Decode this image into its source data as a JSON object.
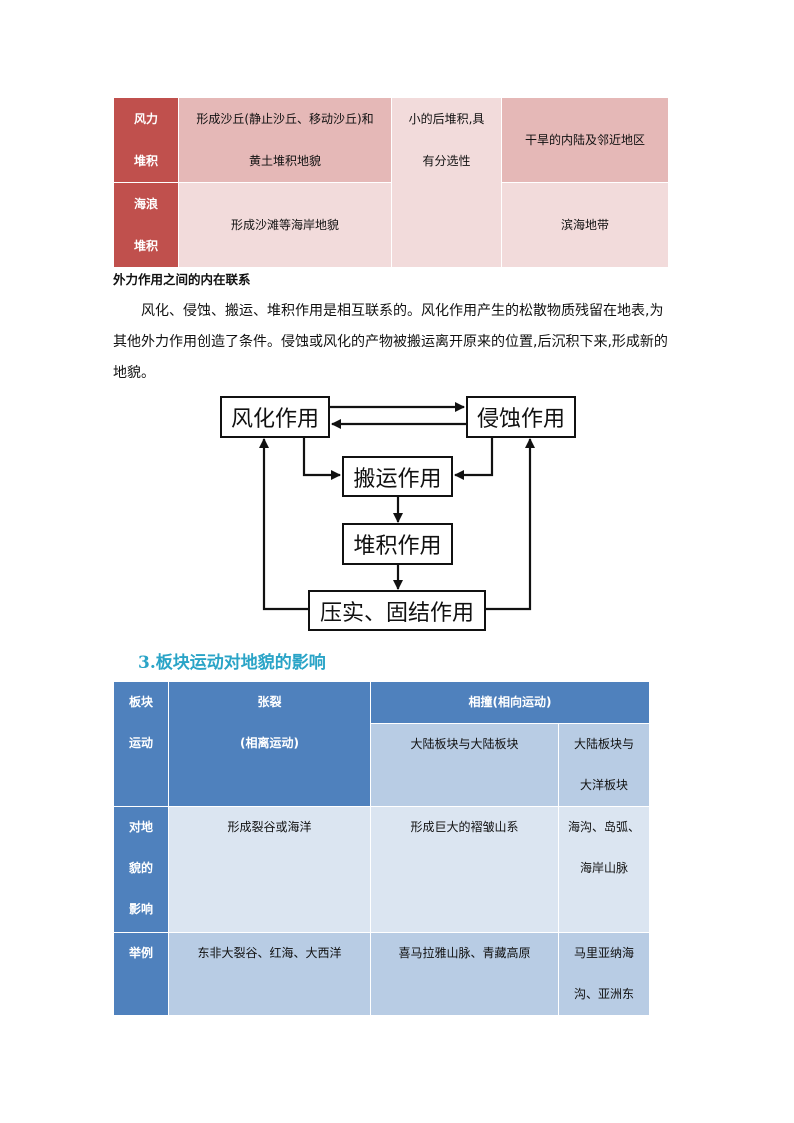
{
  "deposition_table": {
    "rows": [
      {
        "header": [
          "风力",
          "堆积"
        ],
        "landform": [
          "形成沙丘(静止沙丘、移动沙丘)和",
          "黄土堆积地貌"
        ],
        "distribution": "干旱的内陆及邻近地区"
      },
      {
        "header": [
          "海浪",
          "堆积"
        ],
        "landform": [
          "形成沙滩等海岸地貌"
        ],
        "distribution": "滨海地带"
      }
    ],
    "shared_feature": [
      "小的后堆积,具",
      "有分选性"
    ]
  },
  "subsection": {
    "title": "外力作用之间的内在联系",
    "paragraph_lines": [
      "风化、侵蚀、搬运、堆积作用是相互联系的。风化作用产生的松散物质残留在地表,为",
      "其他外力作用创造了条件。侵蚀或风化的产物被搬运离开原来的位置,后沉积下来,形成新的",
      "地貌。"
    ]
  },
  "diagram": {
    "nodes": {
      "weathering": "风化作用",
      "erosion": "侵蚀作用",
      "transport": "搬运作用",
      "deposition": "堆积作用",
      "lithification": "压实、固结作用"
    },
    "edges": [
      [
        "weathering",
        "erosion"
      ],
      [
        "erosion",
        "weathering"
      ],
      [
        "weathering",
        "transport"
      ],
      [
        "erosion",
        "transport"
      ],
      [
        "transport",
        "deposition"
      ],
      [
        "deposition",
        "lithification"
      ],
      [
        "lithification",
        "weathering"
      ],
      [
        "lithification",
        "erosion"
      ]
    ]
  },
  "section": {
    "title": "3.板块运动对地貌的影响"
  },
  "plate_table": {
    "corner": [
      "板块",
      "运动"
    ],
    "divergent": [
      "张裂",
      "(相离运动)"
    ],
    "convergent": "相撞(相向运动)",
    "convergent_sub": {
      "continental": "大陆板块与大陆板块",
      "oceanic": [
        "大陆板块与",
        "大洋板块"
      ]
    },
    "effect_row": {
      "header": [
        "对地",
        "貌的",
        "影响"
      ],
      "divergent": "形成裂谷或海洋",
      "continental": "形成巨大的褶皱山系",
      "oceanic": [
        "海沟、岛弧、",
        "海岸山脉"
      ]
    },
    "example_row": {
      "header": "举例",
      "divergent": "东非大裂谷、红海、大西洋",
      "continental": "喜马拉雅山脉、青藏高原",
      "oceanic": [
        "马里亚纳海",
        "沟、亚洲东"
      ]
    }
  }
}
